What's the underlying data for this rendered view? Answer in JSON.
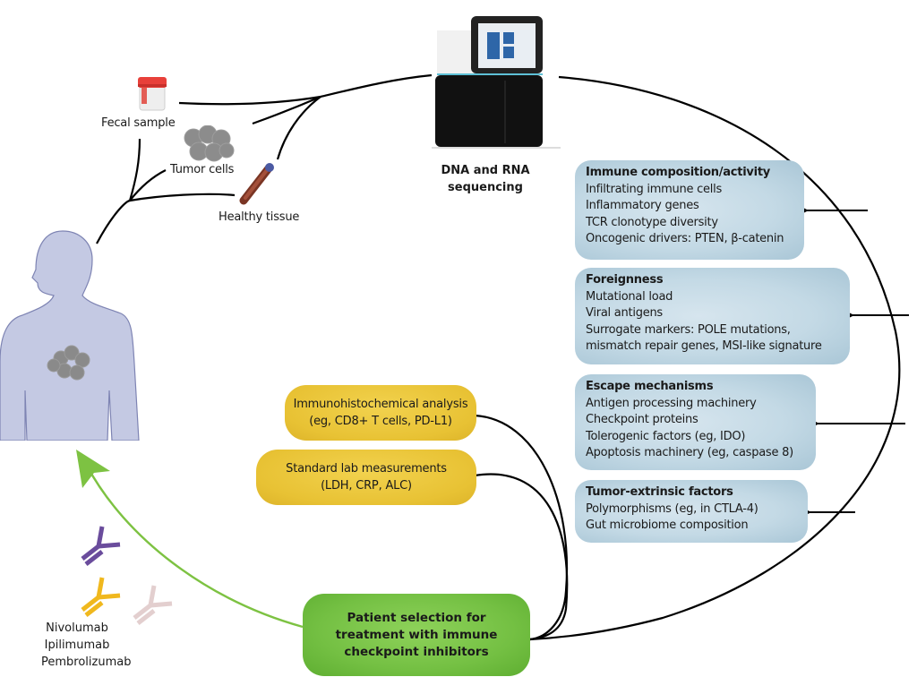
{
  "diagram": {
    "title": "Biomarker workflow for immune checkpoint inhibitor patient selection",
    "samples": {
      "fecal": {
        "label": "Fecal sample",
        "icon": "specimen-cup-icon"
      },
      "tumor": {
        "label": "Tumor cells",
        "icon": "tumor-cells-icon"
      },
      "healthy": {
        "label": "Healthy tissue",
        "icon": "blood-tube-icon"
      }
    },
    "sequencing": {
      "label_line1": "DNA and RNA",
      "label_line2": "sequencing",
      "icon": "sequencer-machine-icon"
    },
    "patient": {
      "icon": "human-silhouette-icon",
      "tumor_icon": "tumor-cells-icon"
    },
    "sequencing_outputs": [
      {
        "title": "Immune composition/activity",
        "items": [
          "Infiltrating immune cells",
          "Inflammatory genes",
          "TCR clonotype diversity",
          "Oncogenic drivers: PTEN, β-catenin"
        ]
      },
      {
        "title": "Foreignness",
        "items": [
          "Mutational load",
          "Viral antigens",
          "Surrogate markers: POLE mutations,",
          "mismatch repair genes, MSI-like signature"
        ]
      },
      {
        "title": "Escape mechanisms",
        "items": [
          "Antigen processing machinery",
          "Checkpoint proteins",
          "Tolerogenic factors (eg, IDO)",
          "Apoptosis machinery (eg, caspase 8)"
        ]
      },
      {
        "title": "Tumor-extrinsic factors",
        "items": [
          "Polymorphisms (eg, in CTLA-4)",
          "Gut microbiome composition"
        ]
      }
    ],
    "lab_tests": [
      {
        "line1": "Immunohistochemical analysis",
        "line2": "(eg, CD8+ T cells, PD-L1)"
      },
      {
        "line1": "Standard lab measurements",
        "line2": "(LDH, CRP, ALC)"
      }
    ],
    "selection": {
      "line1": "Patient selection for",
      "line2": "treatment with immune",
      "line3": "checkpoint inhibitors"
    },
    "drugs": [
      "Nivolumab",
      "Ipilimumab",
      "Pembrolizumab"
    ],
    "colors": {
      "blue_box": "#c3d9e5",
      "yellow_box": "#e8c234",
      "green_box": "#74c043",
      "green_arrow": "#7dc242",
      "body": "#c4c9e3",
      "antibody_nivolumab": "#6a4c9c",
      "antibody_ipilimumab": "#f0b81e",
      "antibody_pembrolizumab": "#e3cfcf"
    }
  }
}
